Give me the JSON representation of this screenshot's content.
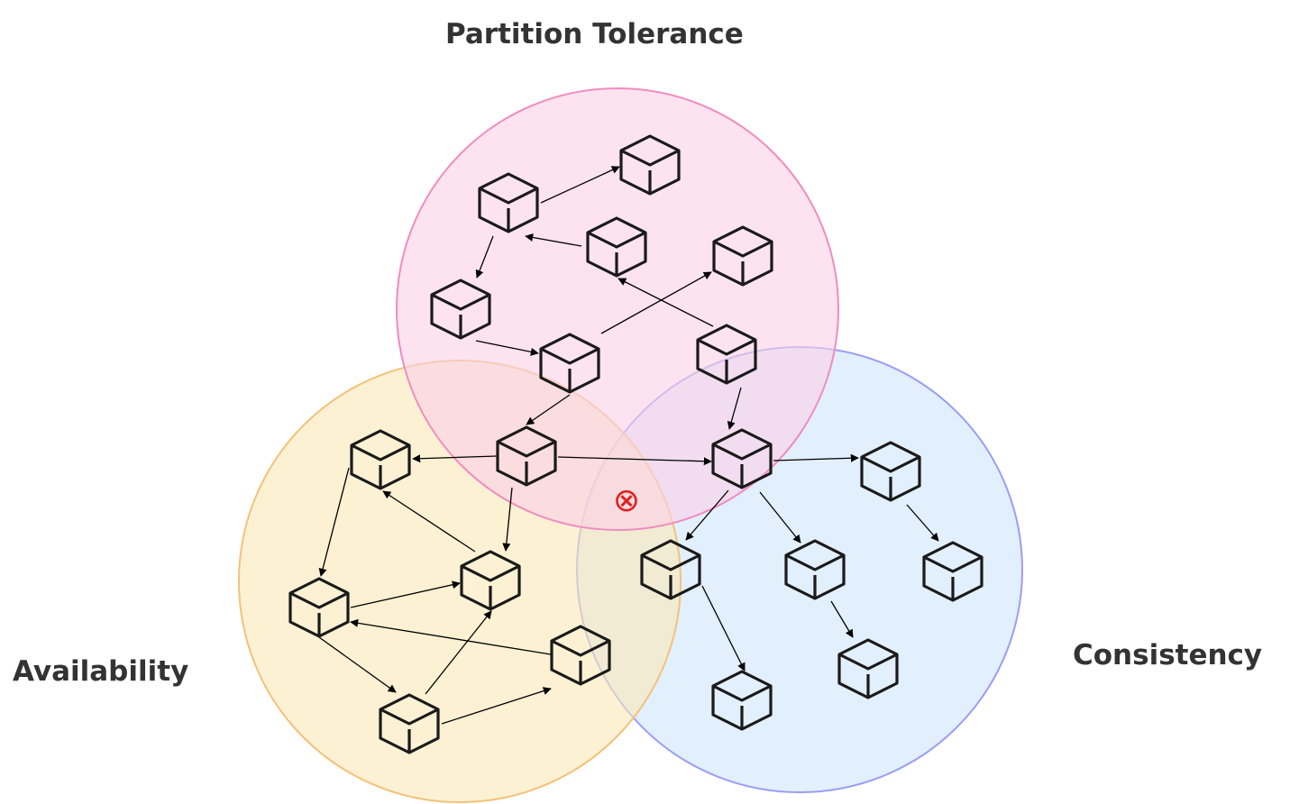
{
  "labels": {
    "partition_tolerance": "Partition Tolerance",
    "availability": "Availability",
    "consistency": "Consistency"
  },
  "colors": {
    "partition_fill": "#fbd0e6",
    "partition_stroke": "#f08cc0",
    "availability_fill": "#fbe8b8",
    "availability_stroke": "#f2c27a",
    "consistency_fill": "#cfe4fb",
    "consistency_stroke": "#9a9ef5",
    "node_stroke": "#1a1a1a",
    "edge": "#000000",
    "conflict_marker": "#e02020"
  },
  "conflict_marker": "⊗"
}
